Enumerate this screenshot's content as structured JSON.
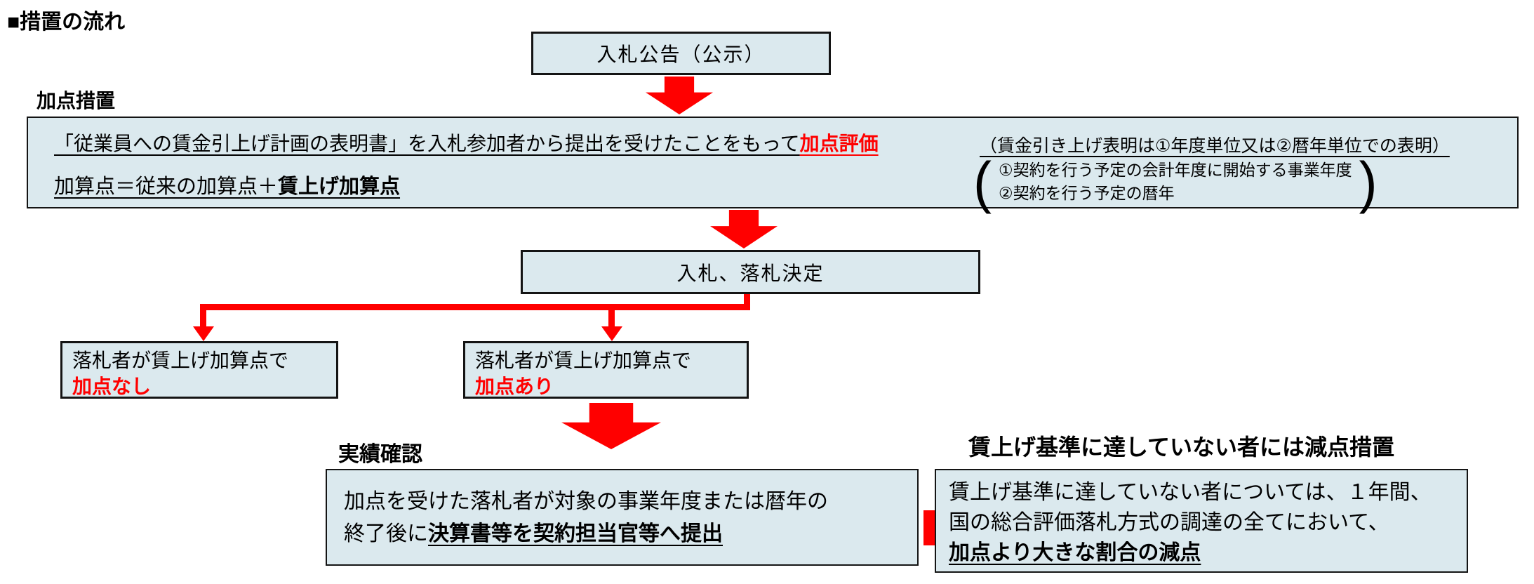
{
  "title": "■措置の流れ",
  "colors": {
    "box_fill": "#dbe9ee",
    "box_border": "#141414",
    "accent_red": "#ff0000",
    "text": "#000000",
    "background": "#ffffff"
  },
  "flow": {
    "announcement": {
      "label": "入札公告（公示）"
    },
    "kaiten": {
      "heading": "加点措置",
      "line1_main": "「従業員への賃金引上げ計画の表明書」を入札参加者から提出を受けたことをもって",
      "line1_red": "加点評価",
      "line1_note": "（賃金引き上げ表明は①年度単位又は②暦年単位での表明）",
      "line2_prefix": "加算点＝従来の加算点＋",
      "line2_bold": "賃上げ加算点",
      "bracket_open": "(",
      "bracket_close": ")",
      "bracket_line1": "①契約を行う予定の会計年度に開始する事業年度",
      "bracket_line2": "②契約を行う予定の暦年"
    },
    "award": {
      "label": "入札、落札決定"
    },
    "no_points": {
      "line1": "落札者が賃上げ加算点で",
      "line2": "加点なし"
    },
    "yes_points": {
      "line1": "落札者が賃上げ加算点で",
      "line2": "加点あり"
    },
    "jisseki": {
      "heading": "実績確認",
      "line1": "加点を受けた落札者が対象の事業年度または暦年の",
      "line2_prefix": "終了後に",
      "line2_bold": "決算書等を契約担当官等へ提出"
    },
    "genten": {
      "heading": "賃上げ基準に達していない者には減点措置",
      "line1": "賃上げ基準に達していない者については、１年間、",
      "line2": "国の総合評価落札方式の調達の全てにおいて、",
      "line3": "加点より大きな割合の減点"
    }
  }
}
